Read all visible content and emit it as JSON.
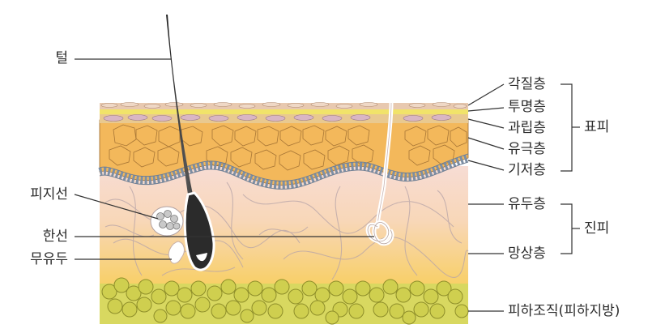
{
  "left_labels": {
    "hair": "털",
    "sebaceous_gland": "피지선",
    "sweat_gland": "한선",
    "arrector_pili": "무유두"
  },
  "epidermis_layers": [
    "각질층",
    "투명층",
    "과립층",
    "유극층",
    "기저층"
  ],
  "epidermis_group": "표피",
  "dermis_layers": [
    "유두층",
    "망상층"
  ],
  "dermis_group": "진피",
  "subcutaneous": "피하조직(피하지방)",
  "colors": {
    "stratum_corneum": "#e8c9b0",
    "stratum_lucidum": "#f1e36a",
    "granulosum": "#e9c98f",
    "spinosum": "#f3b85b",
    "cell_outline": "#9a6a2f",
    "dermis_top": "#f6d7cf",
    "dermis_bottom": "#f8cf6a",
    "fat": "#cfcf4f",
    "hair": "#3a3a3a",
    "leader_line": "#333333"
  }
}
